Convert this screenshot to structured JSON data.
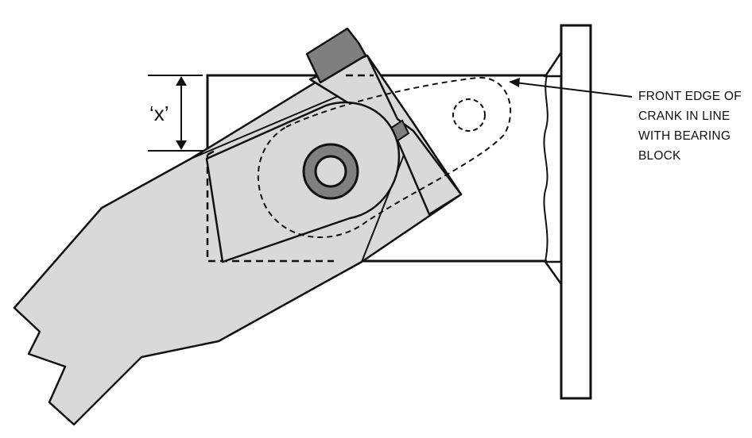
{
  "callout": {
    "lines": [
      "FRONT EDGE OF",
      "CRANK IN LINE",
      "WITH BEARING",
      "BLOCK"
    ]
  },
  "dimension": {
    "label": "‘x’"
  },
  "colors": {
    "outline": "#111111",
    "light_fill": "#d9d9d9",
    "dark_fill": "#7f7f7f",
    "background": "#ffffff"
  }
}
